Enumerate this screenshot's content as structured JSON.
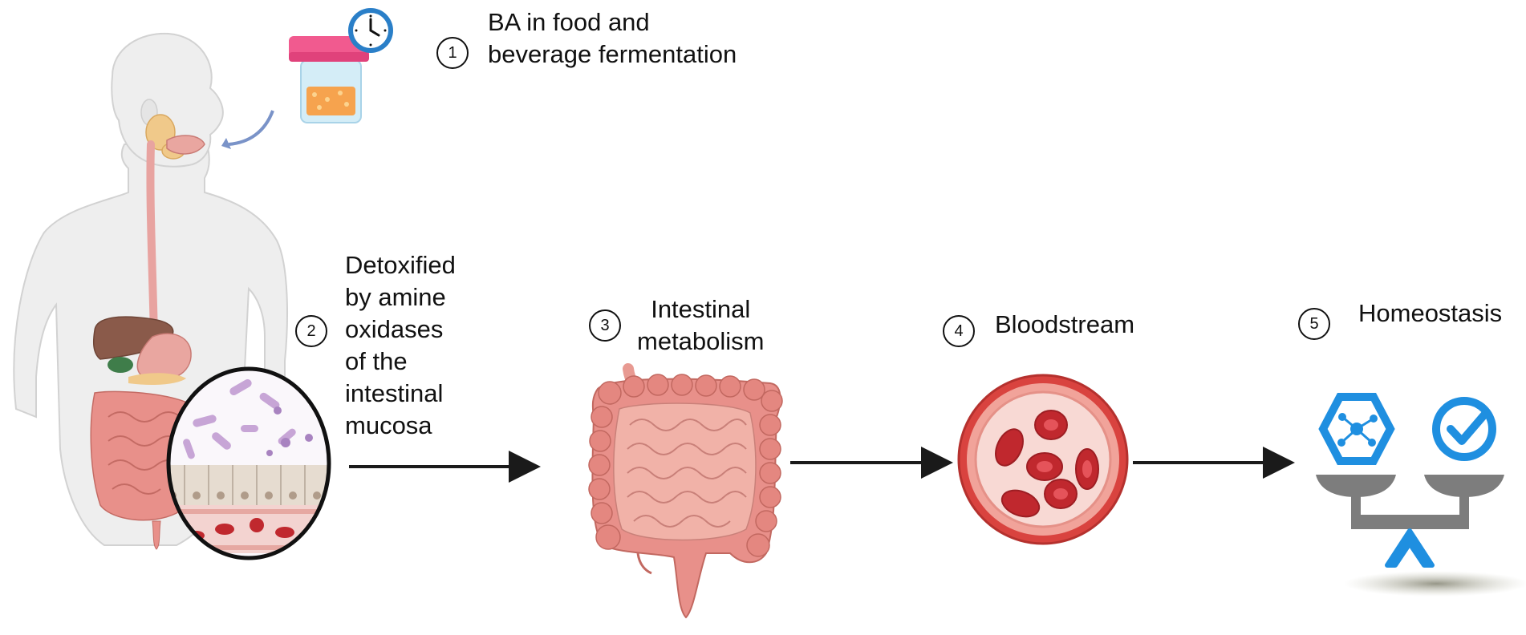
{
  "steps": [
    {
      "number": "1",
      "text": "BA in food and beverage fermentation",
      "lines": [
        "BA in food and",
        "beverage fermentation"
      ]
    },
    {
      "number": "2",
      "text": "Detoxified by amine oxidases of the intestinal mucosa",
      "lines": [
        "Detoxified",
        "by amine",
        "oxidases",
        "of the",
        "intestinal",
        "mucosa"
      ]
    },
    {
      "number": "3",
      "text": "Intestinal metabolism",
      "lines": [
        "Intestinal",
        "metabolism"
      ]
    },
    {
      "number": "4",
      "text": "Bloodstream",
      "lines": [
        "Bloodstream"
      ]
    },
    {
      "number": "5",
      "text": "Homeostasis",
      "lines": [
        "Homeostasis"
      ]
    }
  ],
  "icons": {
    "human": "human-body-icon",
    "jar": "fermented-food-jar-icon",
    "clock": "clock-icon",
    "mucosa": "intestinal-mucosa-icon",
    "intestine": "intestine-icon",
    "vessel": "blood-vessel-icon",
    "scale": "balance-scale-icon"
  },
  "colors": {
    "arrow": "#1a1a1a",
    "blue_accent": "#2a8fd6",
    "tissue_pink": "#e8908a",
    "blood_red": "#c0282e"
  }
}
